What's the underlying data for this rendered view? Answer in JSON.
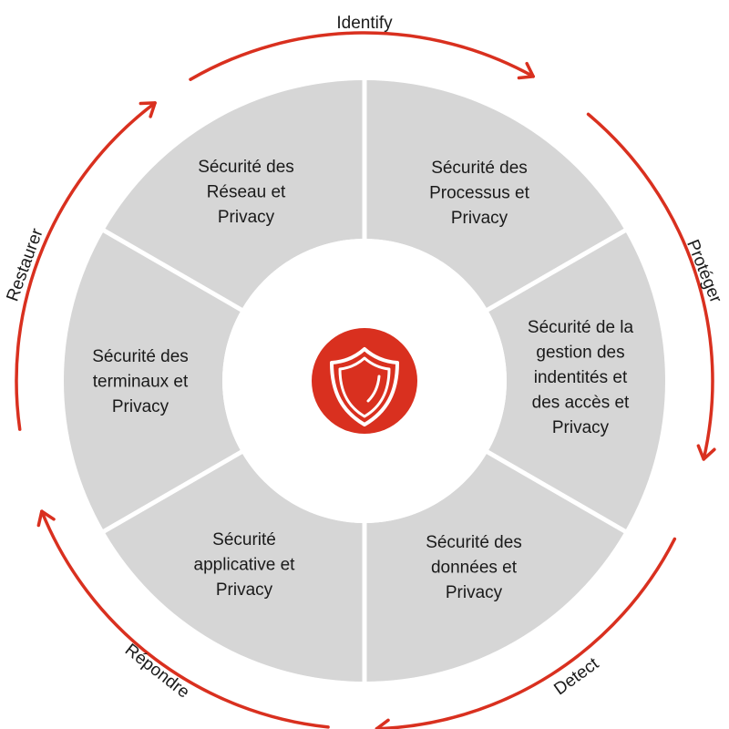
{
  "colors": {
    "accent": "#d9301f",
    "segment_fill": "#d6d6d6",
    "separator": "#ffffff",
    "center_fill": "#ffffff",
    "text": "#1a1a1a"
  },
  "center": {
    "icon": "shield-icon"
  },
  "segments": [
    {
      "id": "processus",
      "lines": [
        "Sécurité des",
        "Processus et",
        "Privacy"
      ]
    },
    {
      "id": "identites",
      "lines": [
        "Sécurité de la",
        "gestion des",
        "indentités et",
        "des accès et",
        "Privacy"
      ]
    },
    {
      "id": "donnees",
      "lines": [
        "Sécurité des",
        "données et",
        "Privacy"
      ]
    },
    {
      "id": "applicative",
      "lines": [
        "Sécurité",
        "applicative et",
        "Privacy"
      ]
    },
    {
      "id": "terminaux",
      "lines": [
        "Sécurité des",
        "terminaux et",
        "Privacy"
      ]
    },
    {
      "id": "reseau",
      "lines": [
        "Sécurité des",
        "Réseau et",
        "Privacy"
      ]
    }
  ],
  "phases": [
    {
      "id": "identify",
      "label": "Identify"
    },
    {
      "id": "proteger",
      "label": "Protéger"
    },
    {
      "id": "detect",
      "label": "Detect"
    },
    {
      "id": "repondre",
      "label": "Répondre"
    },
    {
      "id": "restaurer",
      "label": "Restaurer"
    }
  ]
}
